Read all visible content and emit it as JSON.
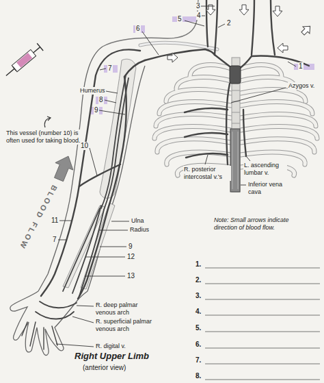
{
  "diagram": {
    "title": "Right Upper Limb",
    "labels": [
      "3",
      "4",
      "5",
      "2",
      "6",
      "1",
      "7",
      "Azygos v.",
      "Humerus",
      "8",
      "9",
      "This vessel (number 10) is often used for taking blood.",
      "10",
      "R. posterior intercostal v.'s",
      "L. ascending lumbar v.",
      "Inferior vena cava",
      "BLOOD FLOW",
      "11",
      "Ulna",
      "Radius",
      "Note: Small arrows indicate direction of blood flow.",
      "7",
      "9",
      "12",
      "1.",
      "13",
      "2.",
      "3.",
      "R. deep palmar venous arch",
      "4.",
      "R. superficial palmar venous arch",
      "5.",
      "R. digital v.",
      "6.",
      "7.",
      "(anterior view)",
      "8."
    ]
  }
}
